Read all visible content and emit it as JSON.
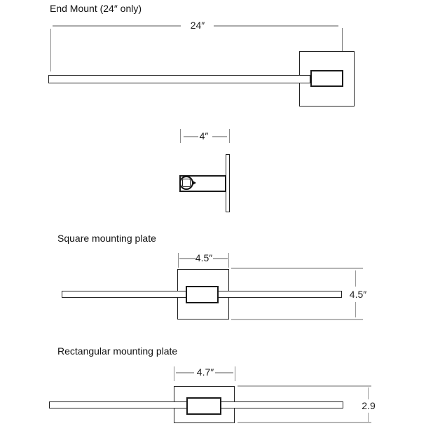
{
  "colors": {
    "background": "#ffffff",
    "fixture_line": "#1a1a1a",
    "dimension_line": "#aaaaaa",
    "extension_line": "#8a8a8a",
    "text": "#1f1f1f"
  },
  "end_mount": {
    "title": "End Mount (24″ only)",
    "width_label": "24″"
  },
  "side_view": {
    "depth_label": "4″"
  },
  "square_plate": {
    "title": "Square mounting plate",
    "width_label": "4.5″",
    "height_label": "4.5″"
  },
  "rect_plate": {
    "title": "Rectangular mounting plate",
    "width_label": "4.7″",
    "height_label": "2.9"
  }
}
